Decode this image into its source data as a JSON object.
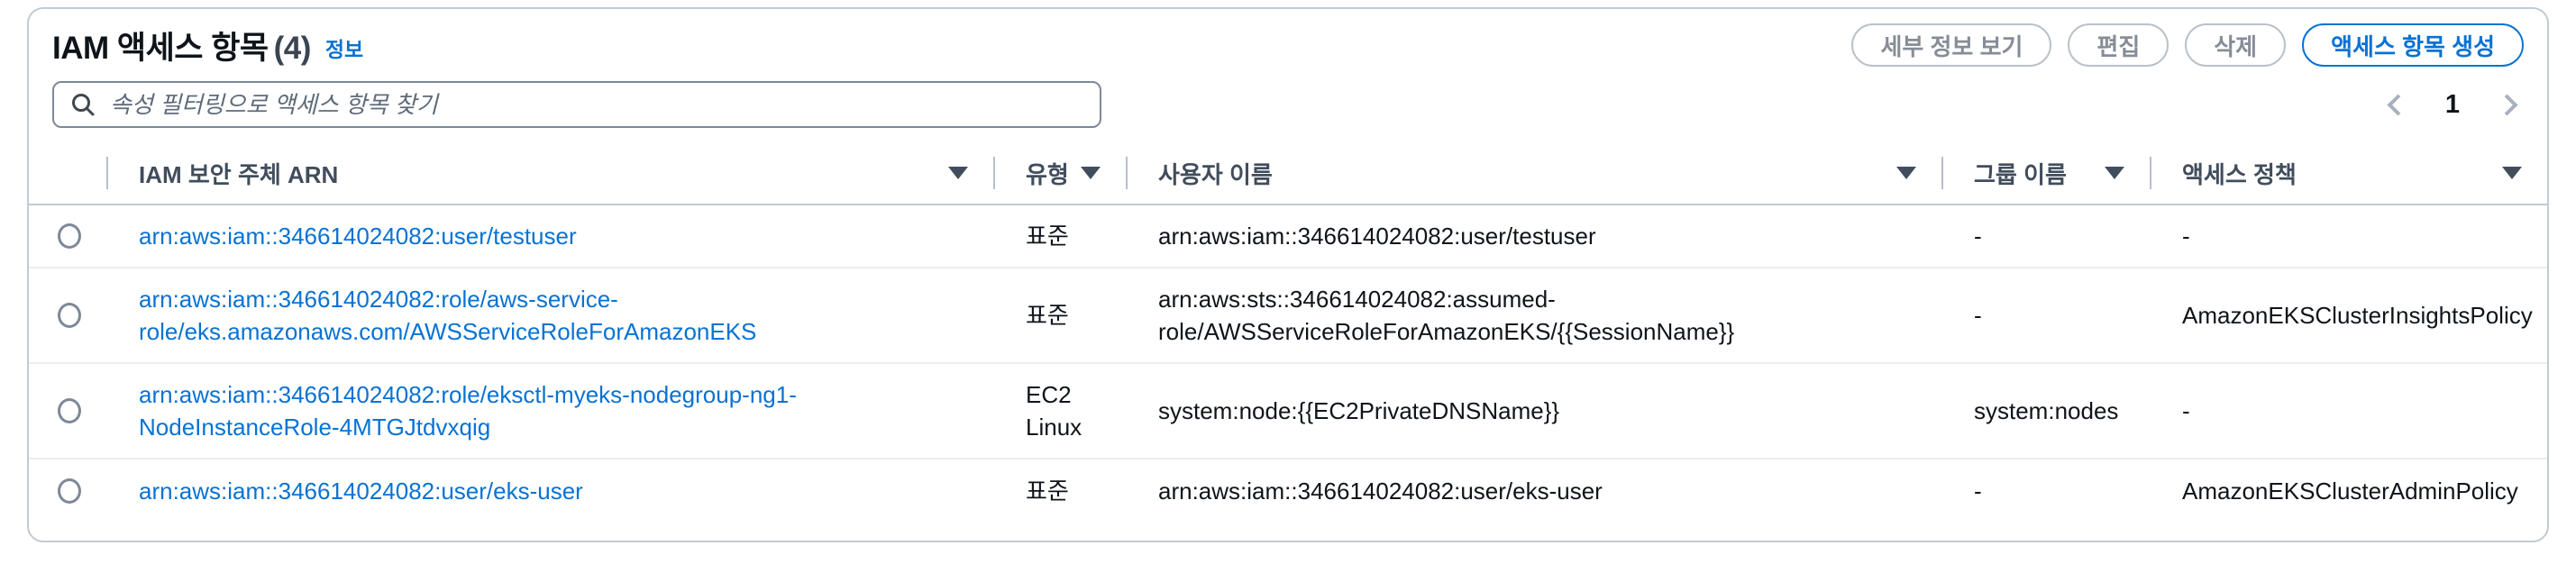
{
  "colors": {
    "accent_blue": "#0972d3",
    "link_blue": "#0972d3",
    "disabled_gray": "#868d97",
    "header_text": "#414d5c",
    "border_gray": "#c3cad3"
  },
  "icons": {
    "search": "magnifier",
    "filter": "triangle-down",
    "prev": "chevron-left",
    "next": "chevron-right",
    "radio": "circle"
  },
  "header": {
    "title": "IAM 액세스 항목",
    "count": "(4)",
    "info_link": "정보",
    "buttons": {
      "view_details": "세부 정보 보기",
      "edit": "편집",
      "delete": "삭제",
      "create": "액세스 항목 생성"
    }
  },
  "toolbar": {
    "search_placeholder": "속성 필터링으로 액세스 항목 찾기",
    "search_value": "",
    "pagination": {
      "current_page": "1"
    }
  },
  "table": {
    "columns": {
      "arn": "IAM 보안 주체 ARN",
      "type": "유형",
      "username": "사용자 이름",
      "group": "그룹 이름",
      "policy": "액세스 정책"
    },
    "rows": [
      {
        "arn": [
          "arn:aws:iam::346614024082:user/testuser"
        ],
        "type": [
          "표준"
        ],
        "user": [
          "arn:aws:iam::346614024082:user/testuser"
        ],
        "group": "-",
        "policy": "-"
      },
      {
        "arn": [
          "arn:aws:iam::346614024082:role/aws-service-",
          "role/eks.amazonaws.com/AWSServiceRoleForAmazonEKS"
        ],
        "type": [
          "표준"
        ],
        "user": [
          "arn:aws:sts::346614024082:assumed-",
          "role/AWSServiceRoleForAmazonEKS/{{SessionName}}"
        ],
        "group": "-",
        "policy": "AmazonEKSClusterInsightsPolicy"
      },
      {
        "arn": [
          "arn:aws:iam::346614024082:role/eksctl-myeks-nodegroup-ng1-",
          "NodeInstanceRole-4MTGJtdvxqig"
        ],
        "type": [
          "EC2",
          "Linux"
        ],
        "user": [
          "system:node:{{EC2PrivateDNSName}}"
        ],
        "group": "system:nodes",
        "policy": "-"
      },
      {
        "arn": [
          "arn:aws:iam::346614024082:user/eks-user"
        ],
        "type": [
          "표준"
        ],
        "user": [
          "arn:aws:iam::346614024082:user/eks-user"
        ],
        "group": "-",
        "policy": "AmazonEKSClusterAdminPolicy"
      }
    ]
  }
}
